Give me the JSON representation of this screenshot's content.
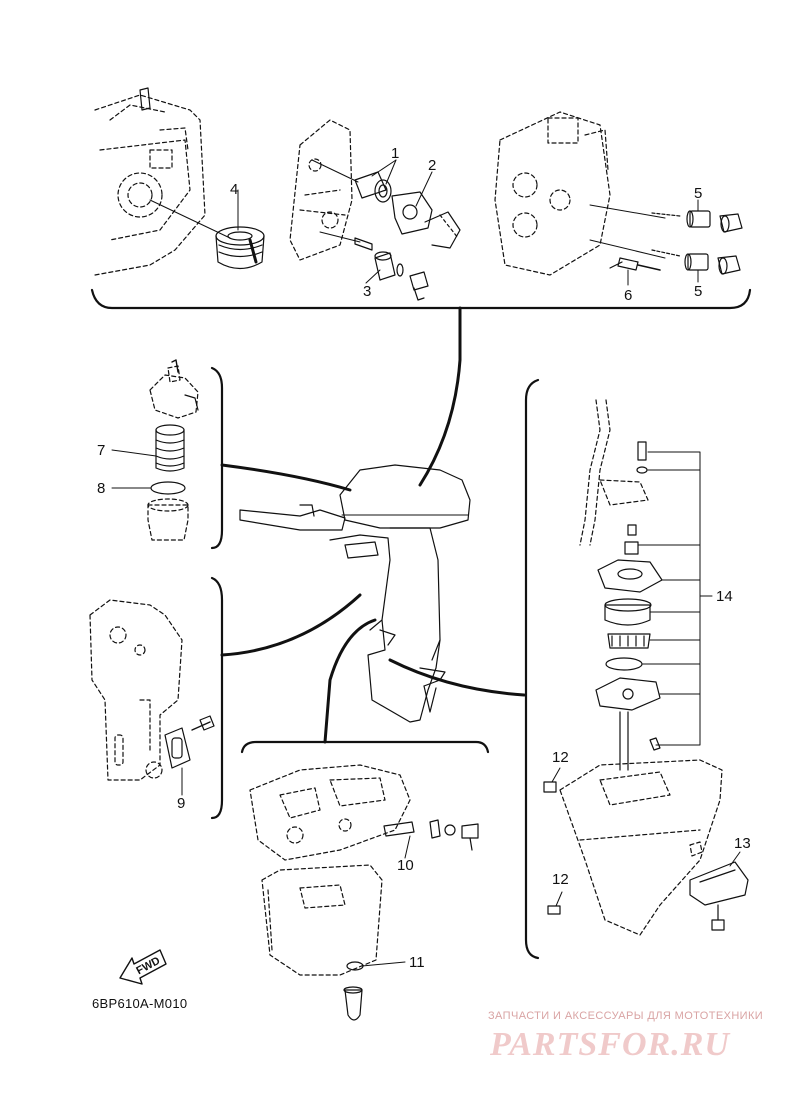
{
  "diagram": {
    "drawing_code": "6BP610A-M010",
    "fwd_label": "FWD",
    "callouts": [
      "1",
      "2",
      "3",
      "4",
      "5",
      "5",
      "6",
      "7",
      "8",
      "9",
      "10",
      "11",
      "12",
      "12",
      "13",
      "14"
    ]
  },
  "watermark": {
    "line": "ЗАПЧАСТИ И АКСЕССУАРЫ ДЛЯ МОТОТЕХНИКИ",
    "logo": "PARTSFOR.RU"
  }
}
